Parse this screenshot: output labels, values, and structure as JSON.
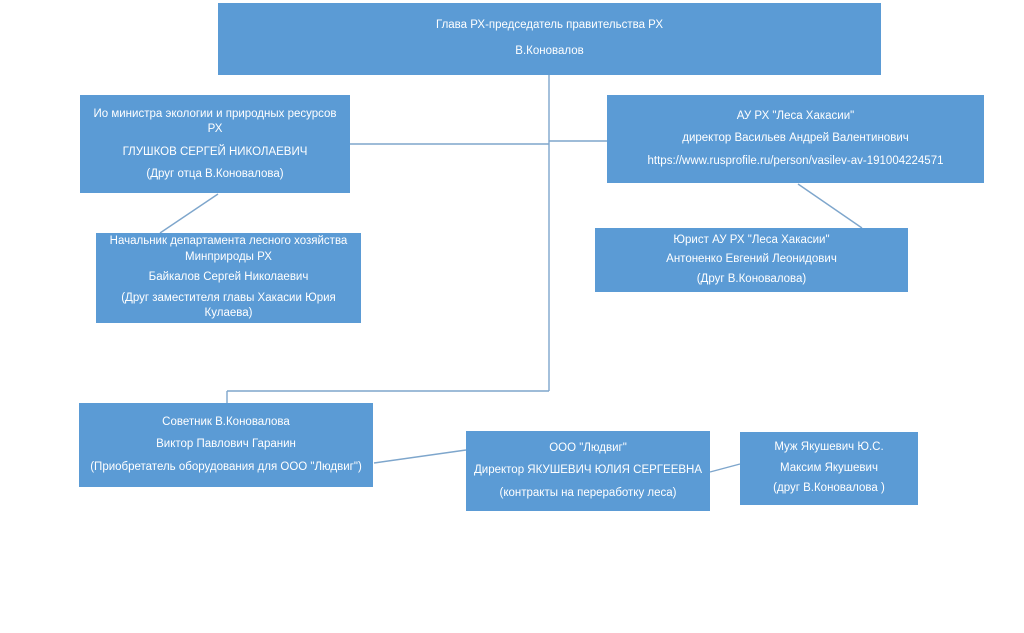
{
  "colors": {
    "box_fill": "#5B9BD5",
    "box_text": "#FFFFFF",
    "connector": "#7EA6CC",
    "background": "#FFFFFF"
  },
  "diagram_type": "organizational-connections-chart",
  "nodes": [
    {
      "id": "head-of-rh",
      "paragraphs": [
        "Глава РХ-председатель  правительства  РХ",
        "В.Коновалов"
      ]
    },
    {
      "id": "acting-minister",
      "paragraphs": [
        "Ио министра экологии и  природных ресурсов РХ",
        "ГЛУШКОВ СЕРГЕЙ  НИКОЛАЕВИЧ",
        "(Друг отца В.Коновалова)"
      ]
    },
    {
      "id": "lesa-khakasii",
      "paragraphs": [
        "АУ РХ \"Леса Хакасии\"",
        "директор  Васильев Андрей  Валентинович",
        "https://www.rusprofile.ru/person/vasilev-av-191004224571"
      ]
    },
    {
      "id": "forestry-department-head",
      "paragraphs": [
        "Начальник департамента лесного хозяйства Минприроды  РХ",
        "Байкалов Сергей  Николаевич",
        "(Друг заместителя  главы Хакасии Юрия Кулаева)"
      ]
    },
    {
      "id": "lawyer-lesa-khakasii",
      "paragraphs": [
        "Юрист АУ РХ \"Леса Хакасии\"",
        "Антоненко  Евгений  Леонидович",
        "(Друг В.Коновалова)"
      ]
    },
    {
      "id": "advisor-garanin",
      "paragraphs": [
        "Советник  В.Коновалова",
        "Виктор Павлович  Гаранин",
        "(Приобретатель  оборудования для ООО \"Людвиг\")"
      ]
    },
    {
      "id": "ooo-ludwig",
      "paragraphs": [
        "ООО \"Людвиг\"",
        "Директор  ЯКУШЕВИЧ  ЮЛИЯ  СЕРГЕЕВНА",
        "(контракты на переработку леса)"
      ]
    },
    {
      "id": "husband-yakushevich",
      "paragraphs": [
        "Муж  Якушевич  Ю.С.",
        "Максим Якушевич",
        "(друг В.Коновалова )"
      ]
    }
  ]
}
